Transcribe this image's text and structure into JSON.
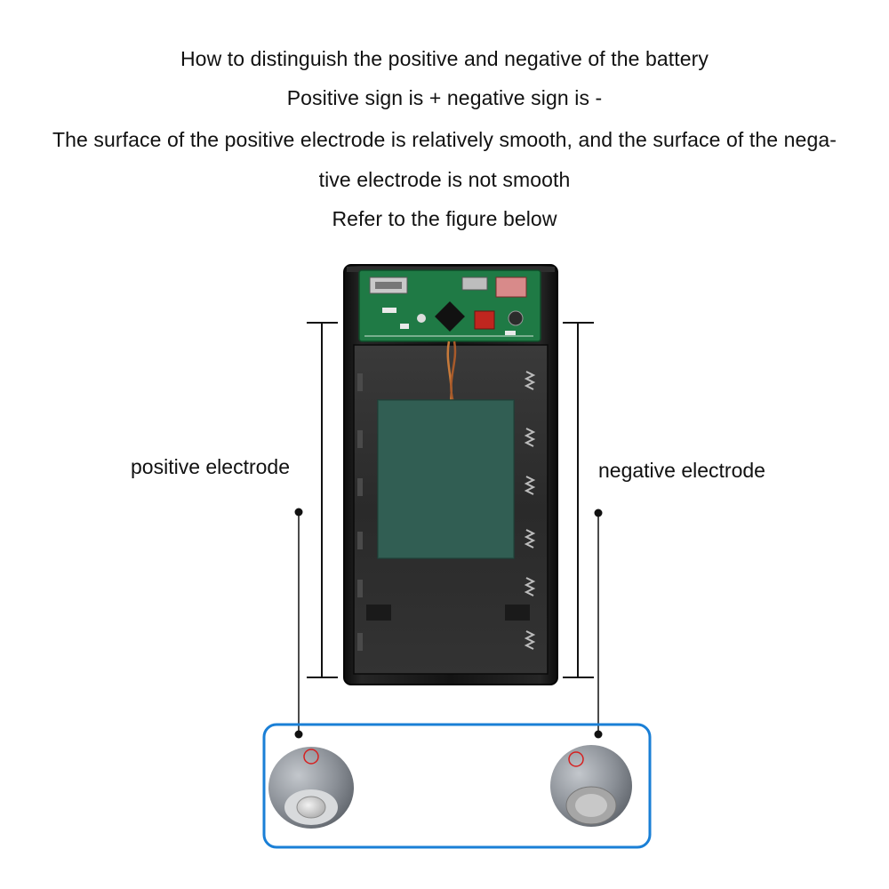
{
  "instructions": [
    "How to distinguish the positive and negative of the battery",
    "Positive sign is + negative sign is -",
    "The surface of the positive electrode is relatively smooth, and the surface of the nega-",
    "tive electrode is not smooth",
    "Refer to the figure below"
  ],
  "labels": {
    "positive": "positive electrode",
    "negative": "negative electrode"
  },
  "colors": {
    "case": "#161616",
    "pcb": "#1f7a45",
    "insulator": "#2e5a4f",
    "callout_border": "#1a7fd6",
    "battery_body": "#8a8f96",
    "marker": "#d62020"
  }
}
